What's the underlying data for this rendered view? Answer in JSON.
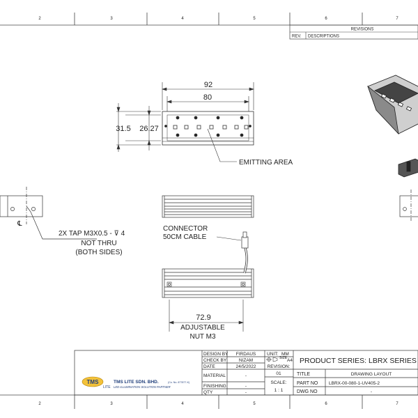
{
  "border": {
    "top_zones": [
      "2",
      "3",
      "4",
      "5",
      "6",
      "7"
    ],
    "bottom_zones": [
      "2",
      "3",
      "4",
      "5",
      "6",
      "7"
    ]
  },
  "revisions": {
    "title": "REVISIONS",
    "rev_col": "REV.",
    "desc_col": "DESCRIPTIONS"
  },
  "dimensions": {
    "overall_length": "92",
    "inner_length": "80",
    "height_outer": "31.5",
    "height_inner": "26.27",
    "adjustable_len": "72.9"
  },
  "annotations": {
    "emitting_area": "EMITTING AREA",
    "tap_line1": "2X TAP M3X0.5 - ⊽ 4",
    "tap_line2": "NOT THRU",
    "tap_line3": "(BOTH SIDES)",
    "connector_line1": "CONNECTOR",
    "connector_line2": "50CM CABLE",
    "adjustable_line1": "ADJUSTABLE",
    "adjustable_line2": "NUT M3",
    "centerline": "℄"
  },
  "title_block": {
    "design_by_label": "DESIGN BY",
    "design_by": "FIRDAUS",
    "check_by_label": "CHECK BY",
    "check_by": "NIZAM",
    "date_label": "DATE",
    "date": "24/5/2022",
    "material_label": "MATERIAL",
    "material": "-",
    "finishing_label": "FINISHING",
    "finishing": "-",
    "qty_label": "QTY",
    "qty": "-",
    "unit_label": "UNIT:",
    "unit": "MM",
    "size_label": "SIZE",
    "size": "A4",
    "revision_label": "REVISION:",
    "revision": "01",
    "scale_label": "SCALE:",
    "scale": "1 : 1",
    "series": "PRODUCT SERIES: LBRX SERIES",
    "title_label": "TITLE",
    "title": "DRAWING LAYOUT",
    "part_no_label": "PART NO",
    "part_no": "LBRX-00-080-1-UV405-2",
    "dwg_no_label": "DWG NO",
    "dwg_no": "-"
  },
  "company": {
    "logo_text": "TMS",
    "logo_sub": "LITE",
    "name": "TMS LITE SDN. BHD.",
    "reg": "(Co. No. 877877-K)",
    "tagline": "LED ILLUMINATION SOLUTION PARTNER"
  }
}
